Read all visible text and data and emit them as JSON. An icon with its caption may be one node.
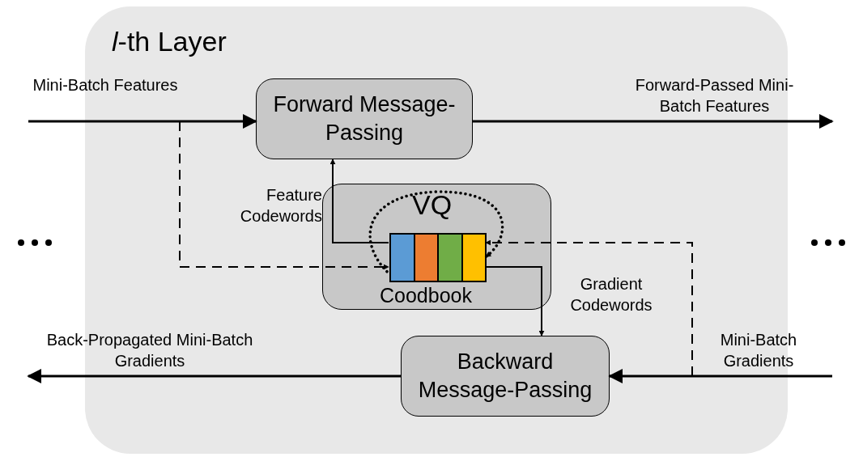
{
  "diagram": {
    "nodes": [
      {
        "text": [
          "*l*-th Layer"
        ]
      },
      {
        "text": [
          "Forward Message-Passing"
        ],
        "in": 0
      },
      {
        "text": [
          "VQ",
          "Coodbook"
        ],
        "in": 0
      },
      {
        "text": [],
        "shape": "bar",
        "in": 2
      },
      {
        "text": [
          "Backward Message-Passing"
        ],
        "in": 0
      }
    ],
    "edges": [
      {
        "from": null,
        "to": 1,
        "arrow": "to",
        "label": "Mini-Batch Features"
      },
      {
        "from": 1,
        "to": null,
        "arrow": "to",
        "label": "Forward-Passed Mini-Batch Features"
      },
      {
        "from": null,
        "to": 4,
        "arrow": "to",
        "label": "Mini-Batch Gradients"
      },
      {
        "from": 4,
        "to": null,
        "arrow": "to",
        "label": "Back-Propagated Mini-Batch Gradients"
      },
      {
        "from": null,
        "to": 3,
        "arrow": "to",
        "style": "dashed"
      },
      {
        "from": 3,
        "to": 1,
        "arrow": "to",
        "label": "Feature Codewords"
      },
      {
        "from": 3,
        "to": 4,
        "arrow": "to",
        "label": "Gradient Codewords"
      },
      {
        "from": null,
        "to": 3,
        "arrow": "to",
        "style": "dashed"
      },
      {
        "from": 3,
        "to": 3,
        "arrow": "to",
        "style": "dashed"
      }
    ]
  }
}
